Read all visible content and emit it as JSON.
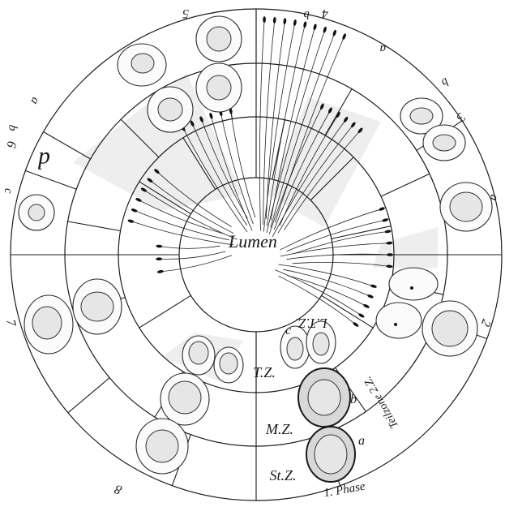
{
  "figure": {
    "center_label": "Lumen",
    "zone_labels": {
      "tz": "T.Z.",
      "mz": "M.Z.",
      "stz": "St.Z.",
      "ltz": "L.T.Z.",
      "teilzone": "Teilzone 2.Z."
    },
    "cell_letters": {
      "a": "a",
      "b": "b",
      "c": "c",
      "d": "d"
    },
    "phase_label": "1. Phase",
    "sector_numbers": [
      "2",
      "3",
      "4",
      "5",
      "6",
      "7",
      "8"
    ],
    "sector_letters": {
      "top_right_a": "a",
      "top_right_b": "b",
      "top_b": "b",
      "left_a": "a",
      "left_b": "b",
      "left_c": "c",
      "right_a": "a"
    },
    "colors": {
      "ink": "#1c1c1c",
      "paper": "#ffffff",
      "shade": "#cfcfcf"
    }
  }
}
